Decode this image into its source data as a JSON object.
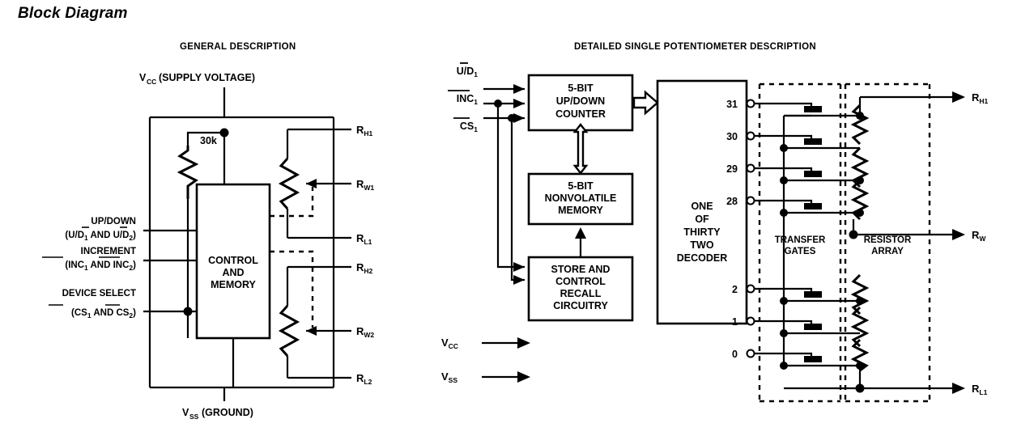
{
  "page": {
    "title": "Block Diagram"
  },
  "panels": {
    "left": {
      "title": "GENERAL DESCRIPTION",
      "supply_top": "V",
      "supply_top_sub": "CC",
      "supply_top_rest": " (SUPPLY VOLTAGE)",
      "supply_bottom": "V",
      "supply_bottom_sub": "SS",
      "supply_bottom_rest": " (GROUND)",
      "resistor_label": "30k",
      "core_block": [
        "CONTROL",
        "AND",
        "MEMORY"
      ],
      "inputs": [
        {
          "name": "UP/DOWN",
          "detail": "(U/D1 AND U/D2)"
        },
        {
          "name": "INCREMENT",
          "detail": "(INC1 AND INC2)"
        },
        {
          "name": "DEVICE SELECT",
          "detail": "(CS1 AND CS2)"
        }
      ],
      "outputs": [
        {
          "base": "R",
          "sub": "H1"
        },
        {
          "base": "R",
          "sub": "W1"
        },
        {
          "base": "R",
          "sub": "L1"
        },
        {
          "base": "R",
          "sub": "H2"
        },
        {
          "base": "R",
          "sub": "W2"
        },
        {
          "base": "R",
          "sub": "L2"
        }
      ]
    },
    "right": {
      "title": "DETAILED SINGLE POTENTIOMETER DESCRIPTION",
      "inputs": [
        {
          "base": "U/D",
          "sub": "1",
          "overline": "D"
        },
        {
          "base": "INC",
          "sub": "1",
          "overline": "INC"
        },
        {
          "base": "CS",
          "sub": "1",
          "overline": "CS"
        }
      ],
      "blocks": {
        "counter": [
          "5-BIT",
          "UP/DOWN",
          "COUNTER"
        ],
        "memory": [
          "5-BIT",
          "NONVOLATILE",
          "MEMORY"
        ],
        "store": [
          "STORE AND",
          "CONTROL",
          "RECALL",
          "CIRCUITRY"
        ],
        "decoder": [
          "ONE",
          "OF",
          "THIRTY",
          "TWO",
          "DECODER"
        ]
      },
      "decoder_taps": [
        "31",
        "30",
        "29",
        "28",
        "2",
        "1",
        "0"
      ],
      "region_labels": {
        "transfer_gates": [
          "TRANSFER",
          "GATES"
        ],
        "resistor_array": [
          "RESISTOR",
          "ARRAY"
        ]
      },
      "power": [
        {
          "base": "V",
          "sub": "CC"
        },
        {
          "base": "V",
          "sub": "SS"
        }
      ],
      "outputs": [
        {
          "base": "R",
          "sub": "H1"
        },
        {
          "base": "R",
          "sub": "W"
        },
        {
          "base": "R",
          "sub": "L1"
        }
      ]
    }
  },
  "colors": {
    "ink": "#000000",
    "background": "#ffffff"
  }
}
